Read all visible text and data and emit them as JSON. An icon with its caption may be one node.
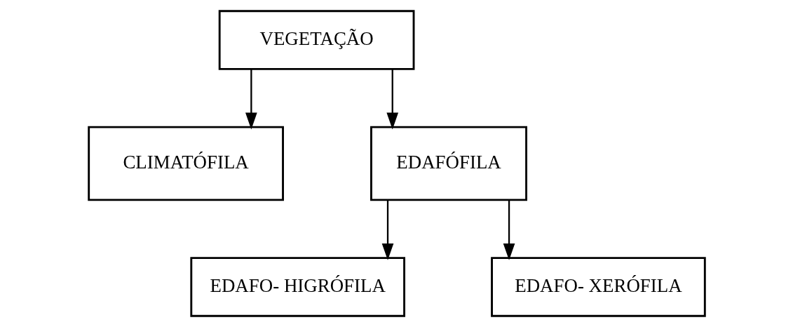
{
  "diagram": {
    "nodes": [
      {
        "text": [
          "VEGETAÇÃO"
        ]
      },
      {
        "text": [
          "CLIMATÓFILA"
        ]
      },
      {
        "text": [
          "EDAFÓFILA"
        ]
      },
      {
        "text": [
          "EDAFO- HIGRÓFILA"
        ]
      },
      {
        "text": [
          "EDAFO- XERÓFILA"
        ]
      }
    ],
    "edges": [
      {
        "from": 0,
        "to": 1,
        "arrow": "to"
      },
      {
        "from": 0,
        "to": 2,
        "arrow": "to"
      },
      {
        "from": 2,
        "to": 3,
        "arrow": "to"
      },
      {
        "from": 2,
        "to": 4,
        "arrow": "to"
      }
    ]
  }
}
